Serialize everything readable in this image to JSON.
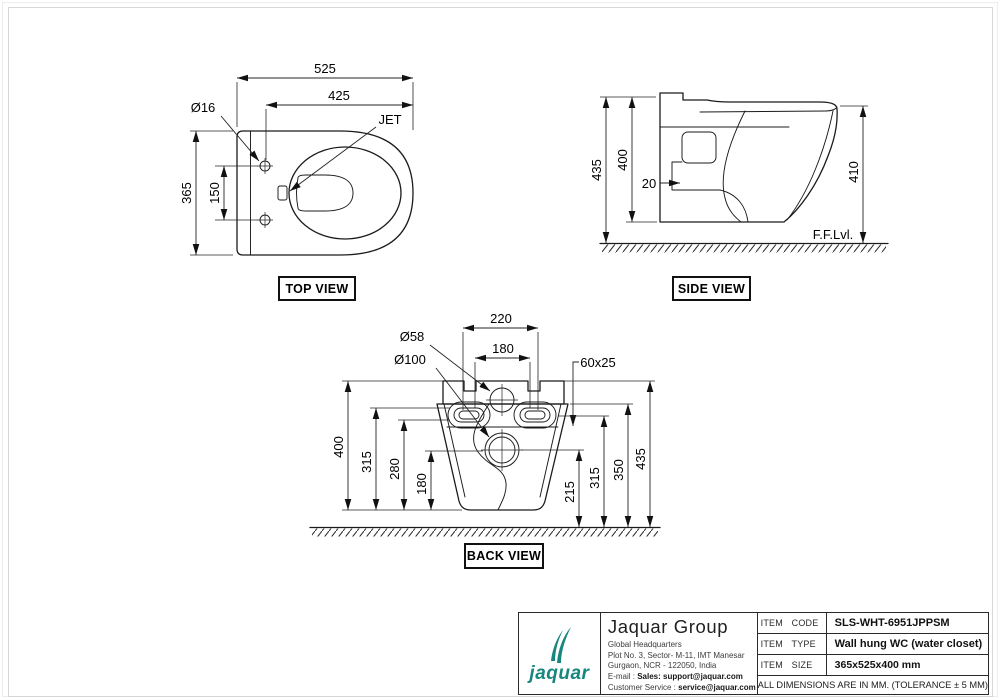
{
  "views": {
    "top": {
      "label": "TOP VIEW",
      "dim_overall_width": "525",
      "dim_inner_width": "425",
      "dim_hole_dia": "Ø16",
      "dim_jet": "JET",
      "dim_depth": "365",
      "dim_hole_spacing": "150"
    },
    "side": {
      "label": "SIDE VIEW",
      "dim_total_height": "435",
      "dim_body_height": "400",
      "dim_offset": "20",
      "dim_rim_height": "410",
      "floor_label": "F.F.Lvl."
    },
    "back": {
      "label": "BACK VIEW",
      "dim_slot_span": "220",
      "dim_bolt_spacing": "180",
      "dim_top_hole_dia": "Ø58",
      "dim_outlet_dia": "Ø100",
      "dim_slot_size": "60x25",
      "dim_left_400": "400",
      "dim_left_315": "315",
      "dim_left_280": "280",
      "dim_left_180": "180",
      "dim_right_215": "215",
      "dim_right_315": "315",
      "dim_right_350": "350",
      "dim_right_435": "435"
    }
  },
  "title_block": {
    "brand_color": "#17877e",
    "logo_word": "jaquar",
    "company": "Jaquar Group",
    "address_line1": "Global Headquarters",
    "address_line2": "Plot No. 3, Sector- M-11, IMT Manesar",
    "address_line3": "Gurgaon, NCR - 122050, India",
    "email_label": "E-mail : ",
    "email_bold": "Sales: support@jaquar.com",
    "service_label": "Customer Service : ",
    "service_bold": "service@jaquar.com",
    "item_code_label": "ITEM CODE",
    "item_code": "SLS-WHT-6951JPPSM",
    "item_type_label": "ITEM TYPE",
    "item_type": "Wall hung WC (water closet)",
    "item_size_label": "ITEM SIZE",
    "item_size": "365x525x400 mm",
    "note": "ALL DIMENSIONS ARE IN MM. (TOLERANCE ± 5 MM)"
  }
}
